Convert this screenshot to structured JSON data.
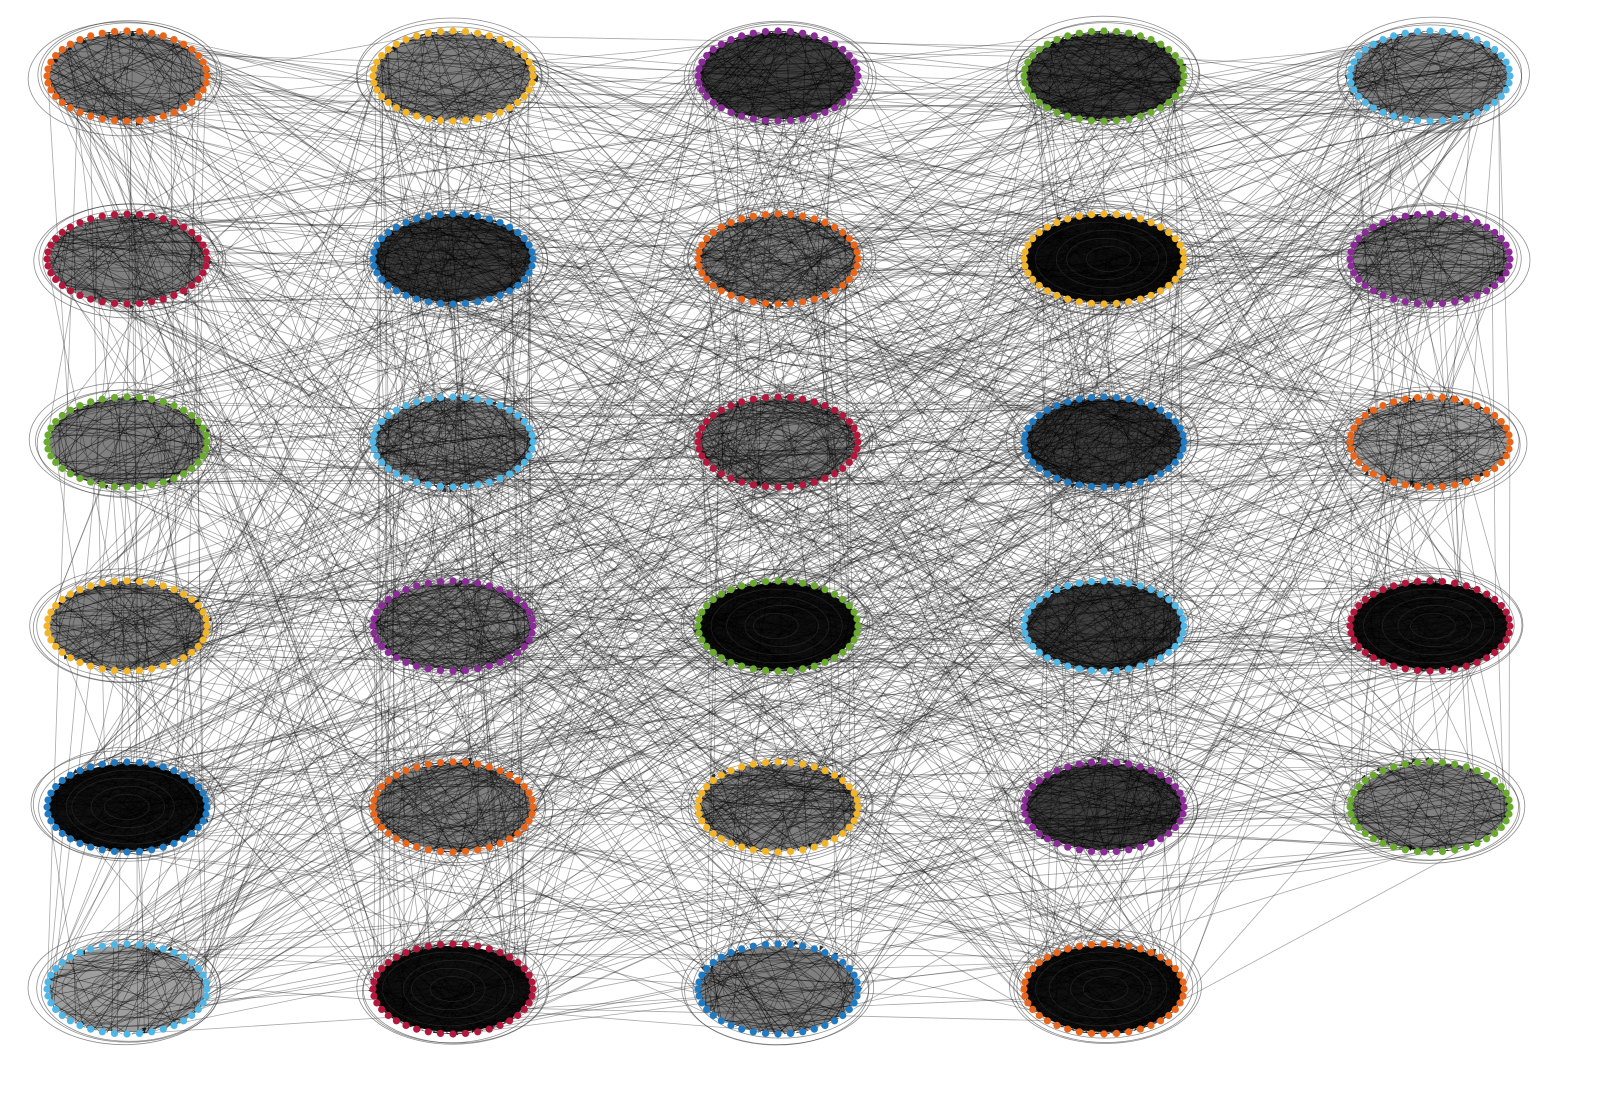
{
  "diagram": {
    "type": "network-graph",
    "directed": true,
    "colors": {
      "orange": "#e8651a",
      "yellow": "#f2b429",
      "purple": "#8b2b98",
      "green": "#6aaa2e",
      "lightblue": "#4fb6e6",
      "red": "#b3183c",
      "blue": "#1f7ac2",
      "edge": "#1a1a1a",
      "cluster_core": "#050505"
    },
    "clusters": [
      {
        "id": "c01",
        "color": "orange",
        "row": 1,
        "col": 1,
        "density": "medium"
      },
      {
        "id": "c02",
        "color": "yellow",
        "row": 1,
        "col": 2,
        "density": "medium"
      },
      {
        "id": "c03",
        "color": "purple",
        "row": 1,
        "col": 3,
        "density": "high"
      },
      {
        "id": "c04",
        "color": "green",
        "row": 1,
        "col": 4,
        "density": "high"
      },
      {
        "id": "c05",
        "color": "lightblue",
        "row": 1,
        "col": 5,
        "density": "medium"
      },
      {
        "id": "c06",
        "color": "red",
        "row": 2,
        "col": 1,
        "density": "medium"
      },
      {
        "id": "c07",
        "color": "blue",
        "row": 2,
        "col": 2,
        "density": "high"
      },
      {
        "id": "c08",
        "color": "orange",
        "row": 2,
        "col": 3,
        "density": "medium"
      },
      {
        "id": "c09",
        "color": "yellow",
        "row": 2,
        "col": 4,
        "density": "very-high"
      },
      {
        "id": "c10",
        "color": "purple",
        "row": 2,
        "col": 5,
        "density": "medium"
      },
      {
        "id": "c11",
        "color": "green",
        "row": 3,
        "col": 1,
        "density": "medium"
      },
      {
        "id": "c12",
        "color": "lightblue",
        "row": 3,
        "col": 2,
        "density": "medium"
      },
      {
        "id": "c13",
        "color": "red",
        "row": 3,
        "col": 3,
        "density": "medium"
      },
      {
        "id": "c14",
        "color": "blue",
        "row": 3,
        "col": 4,
        "density": "high"
      },
      {
        "id": "c15",
        "color": "orange",
        "row": 3,
        "col": 5,
        "density": "low"
      },
      {
        "id": "c16",
        "color": "yellow",
        "row": 4,
        "col": 1,
        "density": "medium"
      },
      {
        "id": "c17",
        "color": "purple",
        "row": 4,
        "col": 2,
        "density": "medium"
      },
      {
        "id": "c18",
        "color": "green",
        "row": 4,
        "col": 3,
        "density": "very-high"
      },
      {
        "id": "c19",
        "color": "lightblue",
        "row": 4,
        "col": 4,
        "density": "high"
      },
      {
        "id": "c20",
        "color": "red",
        "row": 4,
        "col": 5,
        "density": "very-high"
      },
      {
        "id": "c21",
        "color": "blue",
        "row": 5,
        "col": 1,
        "density": "very-high"
      },
      {
        "id": "c22",
        "color": "orange",
        "row": 5,
        "col": 2,
        "density": "medium"
      },
      {
        "id": "c23",
        "color": "yellow",
        "row": 5,
        "col": 3,
        "density": "medium"
      },
      {
        "id": "c24",
        "color": "purple",
        "row": 5,
        "col": 4,
        "density": "high"
      },
      {
        "id": "c25",
        "color": "green",
        "row": 5,
        "col": 5,
        "density": "medium"
      },
      {
        "id": "c26",
        "color": "lightblue",
        "row": 6,
        "col": 1,
        "density": "low"
      },
      {
        "id": "c27",
        "color": "red",
        "row": 6,
        "col": 2,
        "density": "very-high"
      },
      {
        "id": "c28",
        "color": "blue",
        "row": 6,
        "col": 3,
        "density": "medium"
      },
      {
        "id": "c29",
        "color": "orange",
        "row": 6,
        "col": 4,
        "density": "very-high"
      }
    ]
  }
}
